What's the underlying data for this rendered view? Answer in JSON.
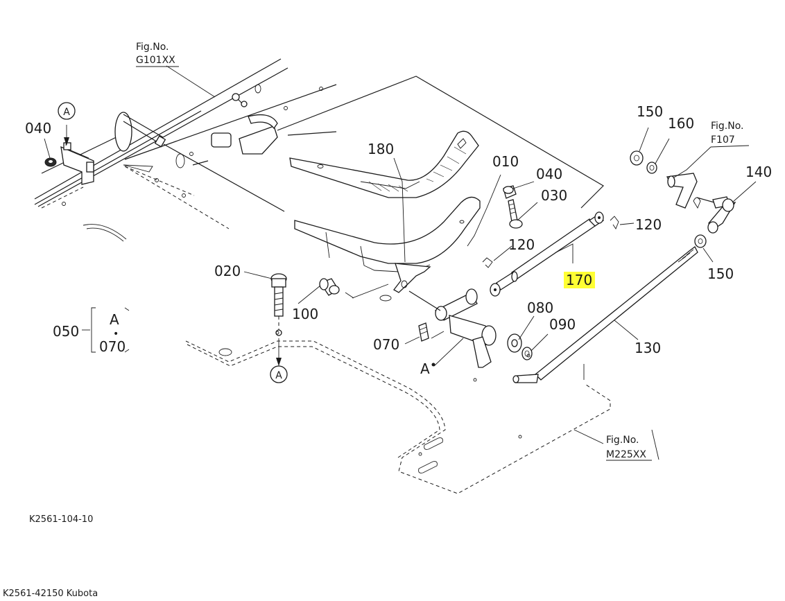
{
  "fig_refs": {
    "g101": {
      "line1": "Fig.No.",
      "line2": "G101XX"
    },
    "f107": {
      "line1": "Fig.No.",
      "line2": "F107"
    },
    "m225": {
      "line1": "Fig.No.",
      "line2": "M225XX"
    }
  },
  "labels": {
    "p040_left": "040",
    "p180": "180",
    "p010": "010",
    "p040_right": "040",
    "p030": "030",
    "p120_top": "120",
    "p120_mid": "120",
    "p170": "170",
    "p150_top": "150",
    "p160": "160",
    "p140": "140",
    "p150_right": "150",
    "p130": "130",
    "p020": "020",
    "p100": "100",
    "p050": "050",
    "p080": "080",
    "p090": "090",
    "p070": "070",
    "detail_a": "A",
    "detail_dot": "•",
    "detail_070": "070",
    "view_a_arrow_point": "A",
    "circle_a_top": "A",
    "circle_a_bottom": "A"
  },
  "highlight": {
    "part": "170",
    "color": "#ffff33"
  },
  "footer": {
    "drawing_code": "K2561-104-10",
    "caption": "K2561-42150 Kubota"
  }
}
